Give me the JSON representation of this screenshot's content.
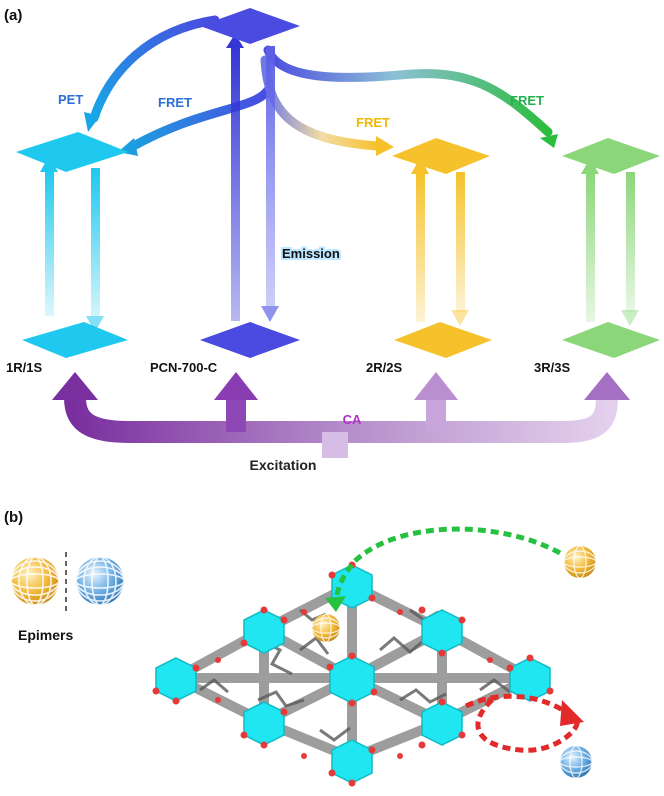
{
  "panel_a": {
    "label": "(a)",
    "transitions": {
      "pet": "PET",
      "fret_blue": "FRET",
      "fret_yellow": "FRET",
      "fret_green": "FRET"
    },
    "emission": "Emission",
    "ca": "CA",
    "excitation": "Excitation",
    "levels": {
      "1r1s": "1R/1S",
      "pcn": "PCN-700-C",
      "2r2s": "2R/2S",
      "3r3s": "3R/3S"
    },
    "colors": {
      "cyan": "#1ec8ee",
      "blue": "#4a4be0",
      "yellow": "#f6c22c",
      "green": "#8cd67a",
      "purple": "#8a3db0",
      "text_blue": "#2c6fd6",
      "text_yellow": "#f2b705",
      "text_green": "#22b14c",
      "text_ca": "#b22fc9"
    }
  },
  "panel_b": {
    "label": "(b)",
    "epimers": "Epimers",
    "colors": {
      "sphere_orange": "#f1b333",
      "sphere_blue": "#5c9fd6",
      "node_cyan": "#1fe6f0",
      "oxygen_red": "#e63a3a",
      "linker_gray": "#8c8c8c",
      "arrow_green": "#27c141",
      "arrow_red": "#e32a2a"
    }
  }
}
